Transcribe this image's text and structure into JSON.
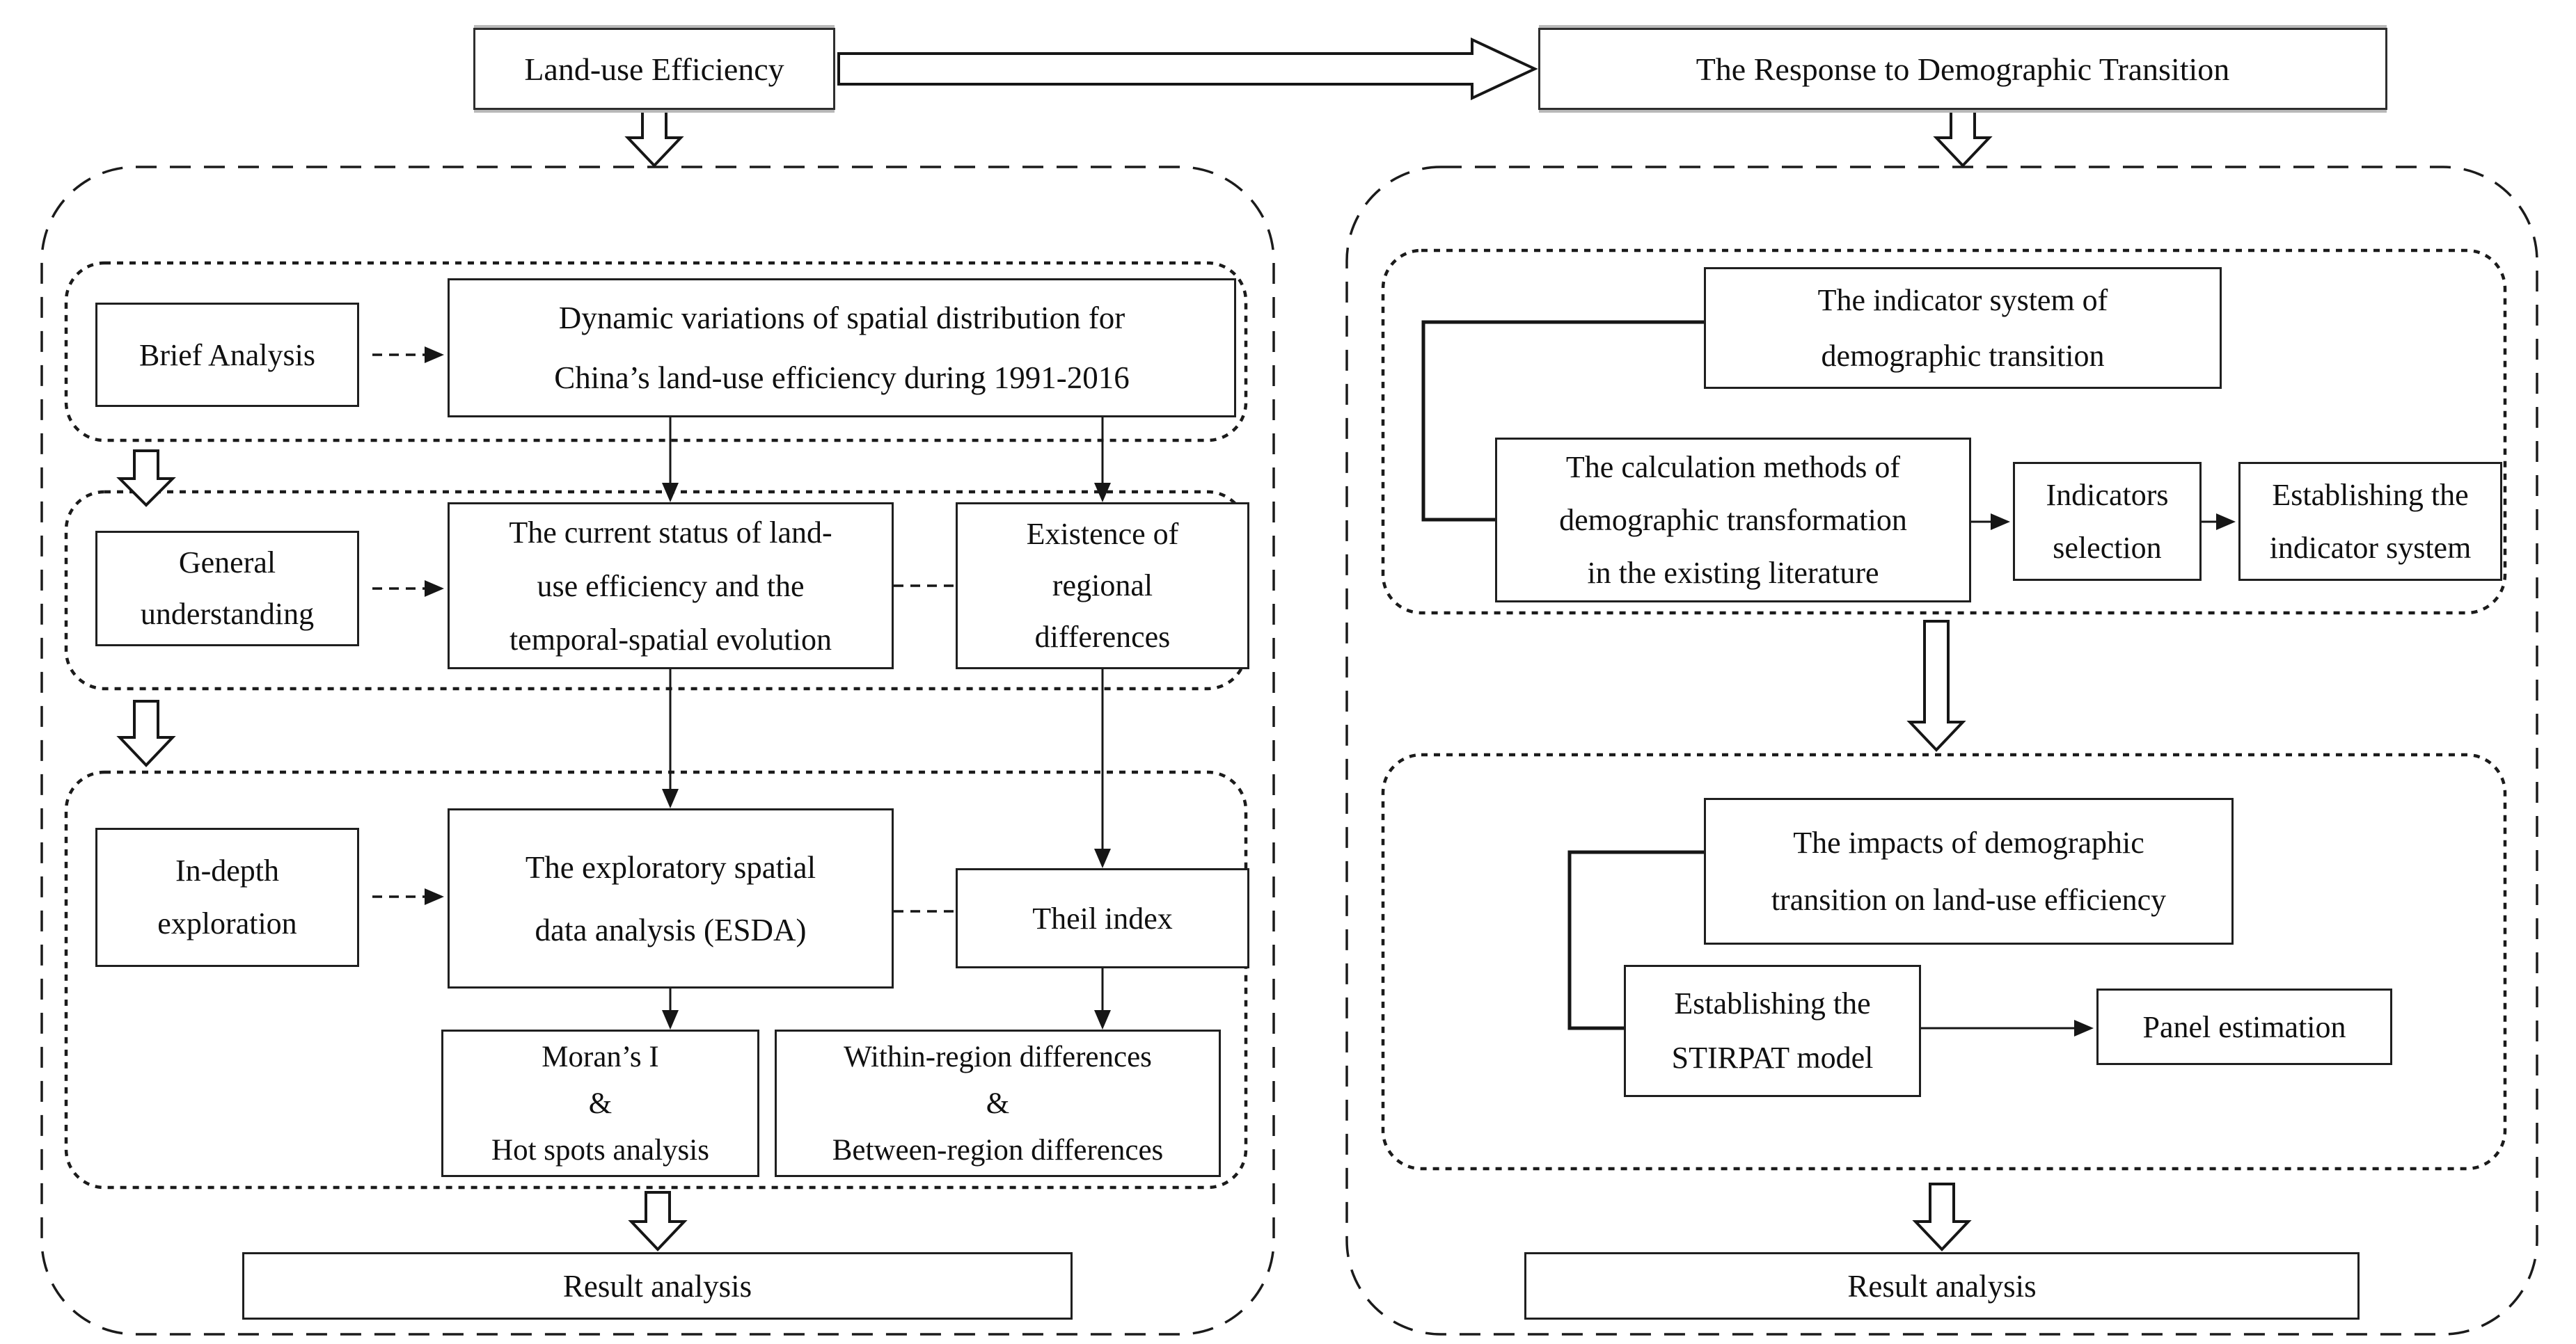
{
  "page": {
    "background": "#ffffff",
    "ink": "#1b1b1b",
    "box_bg": "#ffffff"
  },
  "titles": {
    "land_use": "Land-use Efficiency",
    "response": "The Response to Demographic Transition"
  },
  "left": {
    "brief": "Brief Analysis",
    "dynamic": [
      "Dynamic variations of spatial distribution for",
      "China’s land-use efficiency during 1991-2016"
    ],
    "general": [
      "General",
      "understanding"
    ],
    "current_status": [
      "The current status of land-",
      "use efficiency and the",
      "temporal-spatial evolution"
    ],
    "existence": [
      "Existence of",
      "regional",
      "differences"
    ],
    "in_depth": [
      "In-depth",
      "exploration"
    ],
    "esda": [
      "The exploratory spatial",
      "data analysis (ESDA)"
    ],
    "theil": "Theil index",
    "morans": [
      "Moran’s I",
      "&",
      "Hot spots analysis"
    ],
    "within": [
      "Within-region differences",
      "&",
      "Between-region differences"
    ],
    "result": "Result analysis"
  },
  "right": {
    "indicator_system": [
      "The indicator system of",
      "demographic transition"
    ],
    "calc_methods": [
      "The calculation methods of",
      "demographic transformation",
      "in the existing literature"
    ],
    "indicators_selection": [
      "Indicators",
      "selection"
    ],
    "establish_indicator": [
      "Establishing the",
      "indicator system"
    ],
    "impacts": [
      "The impacts of demographic",
      "transition on land-use efficiency"
    ],
    "stirpat": [
      "Establishing the",
      "STIRPAT model"
    ],
    "panel": "Panel estimation",
    "result": "Result analysis"
  }
}
